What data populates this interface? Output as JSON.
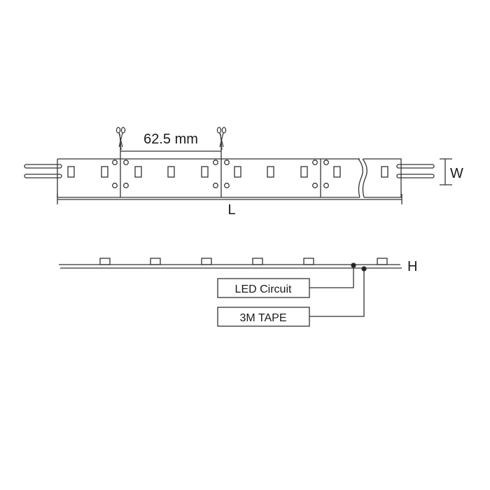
{
  "diagram": {
    "title": "LED strip dimension diagram",
    "top_view": {
      "cut_spacing_label": "62.5 mm",
      "length_label": "L",
      "width_label": "W",
      "cut_icon": "scissors-icon"
    },
    "side_view": {
      "height_label": "H",
      "callouts": [
        {
          "label": "LED Circuit"
        },
        {
          "label": "3M TAPE"
        }
      ]
    },
    "colors": {
      "line": "#333333",
      "background": "#ffffff"
    }
  }
}
